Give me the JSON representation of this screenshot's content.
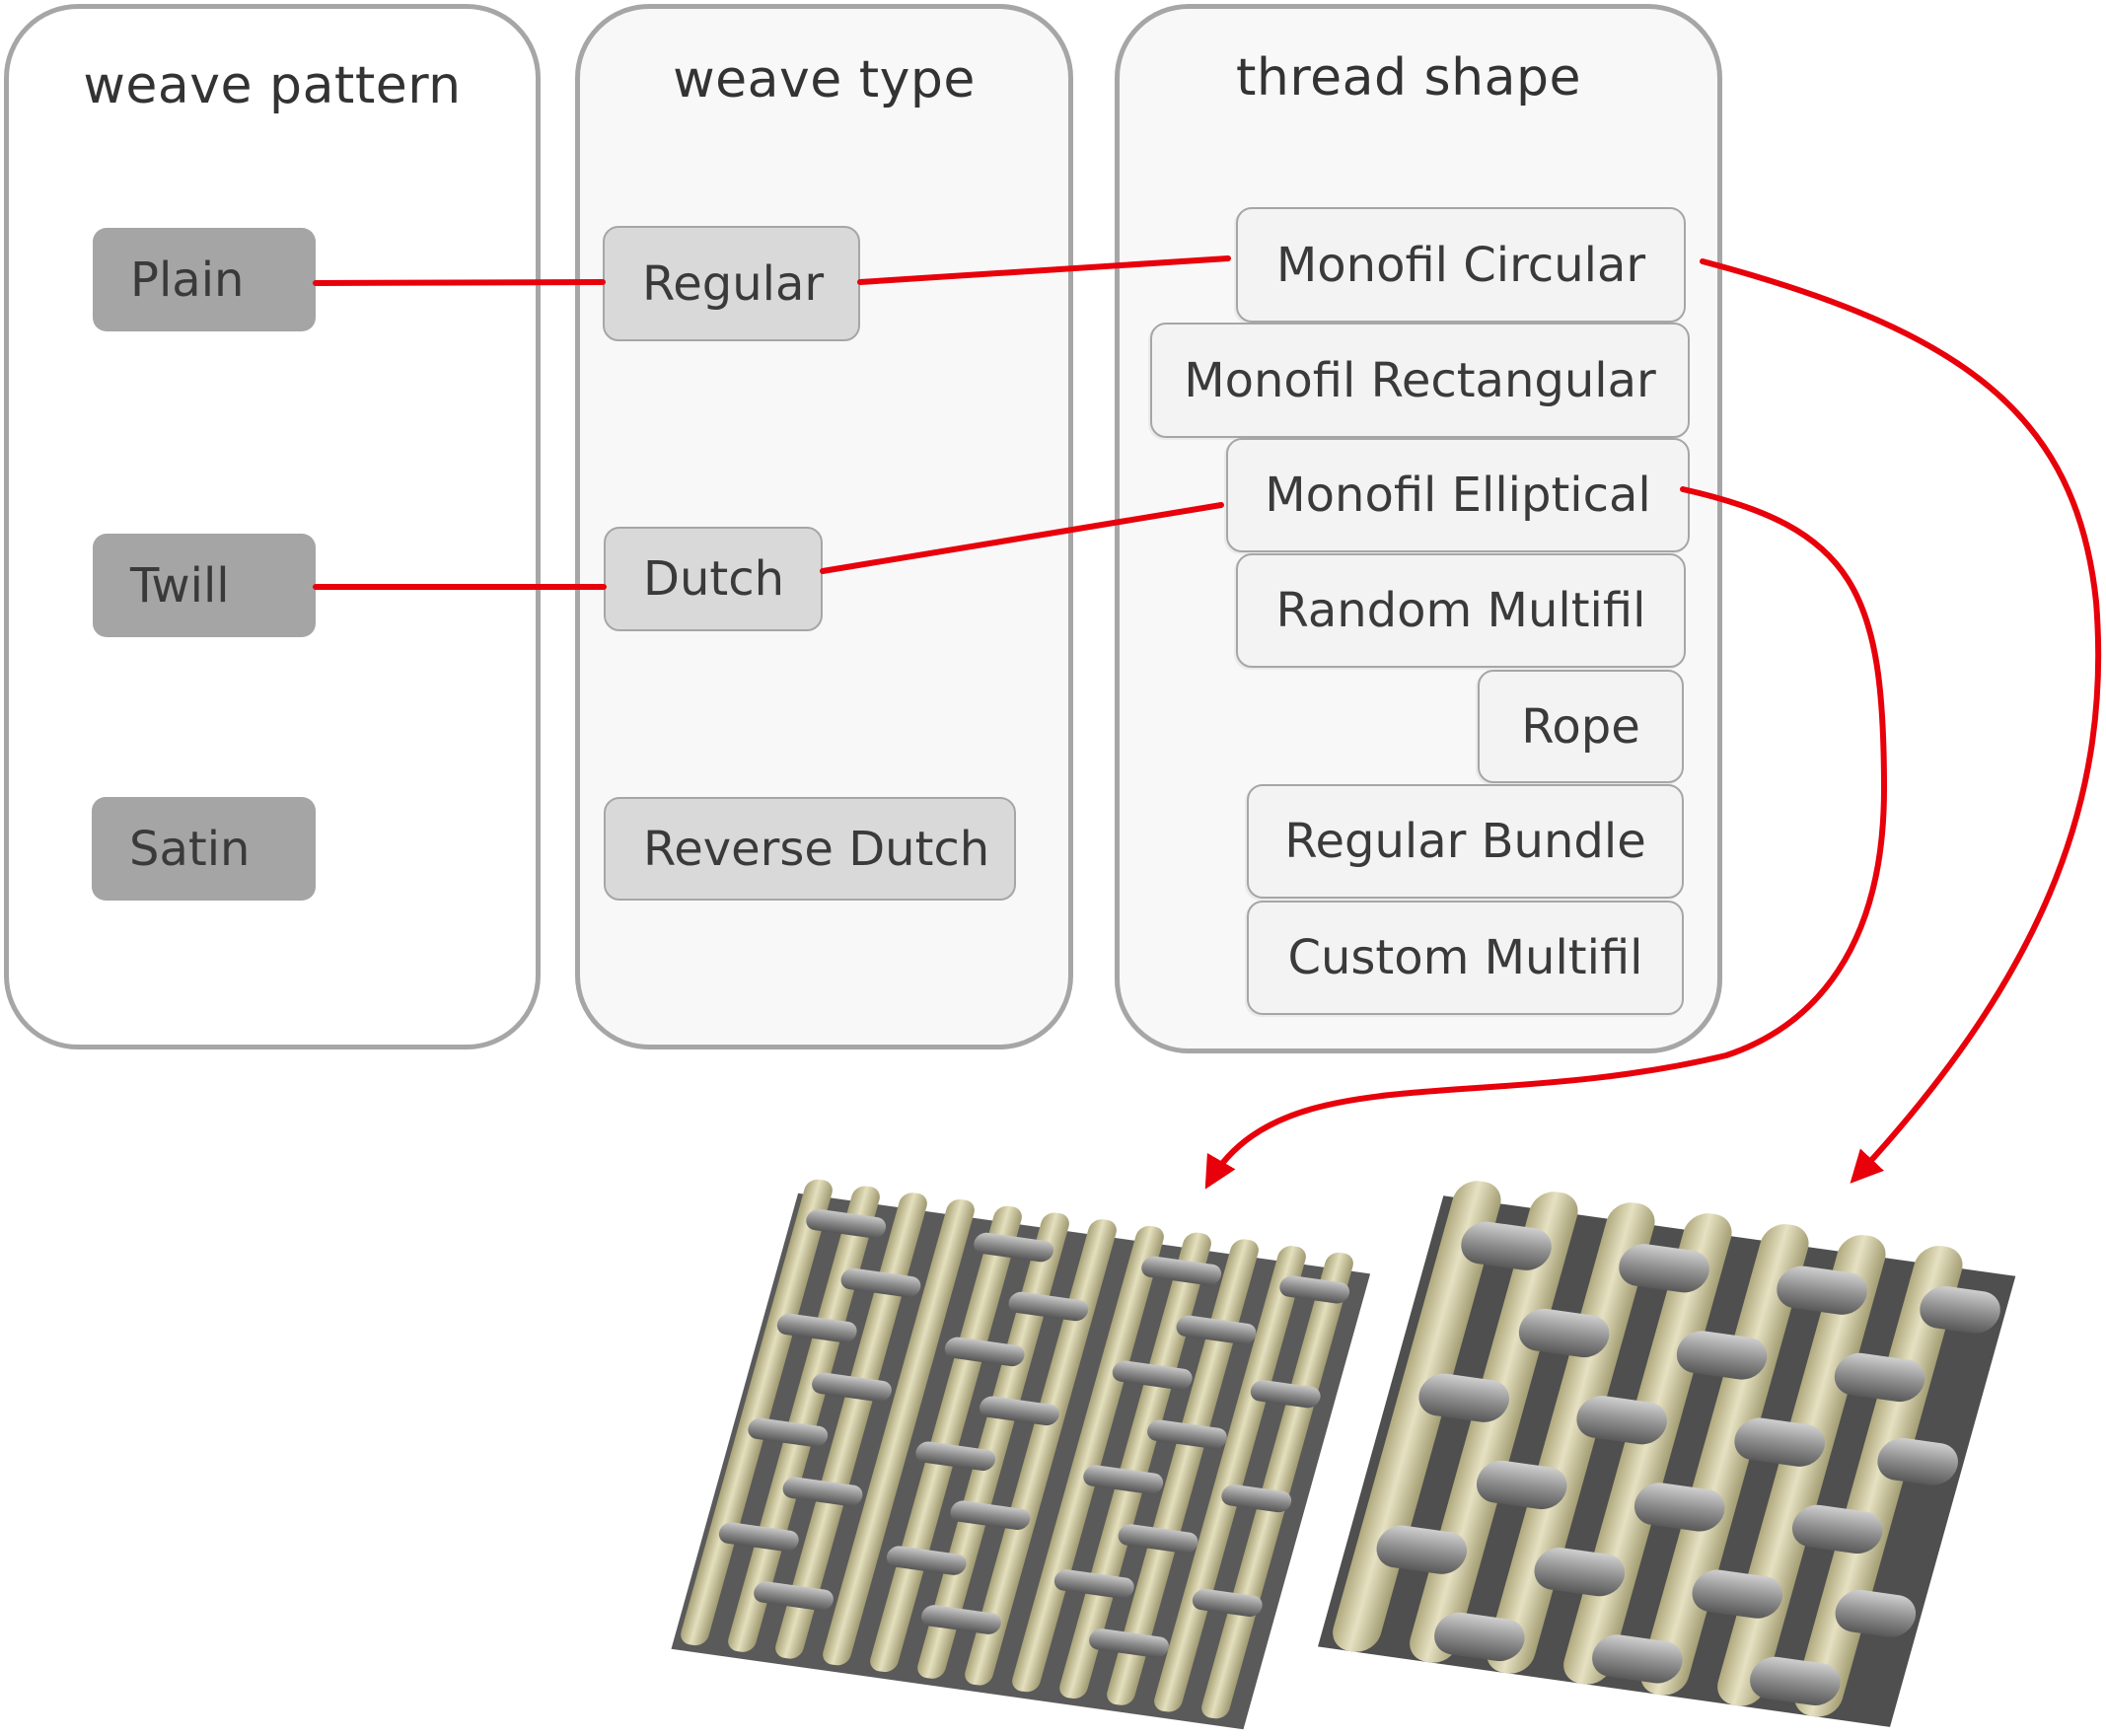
{
  "columns": {
    "weave_pattern": {
      "title": "weave pattern",
      "items": [
        "Plain",
        "Twill",
        "Satin"
      ]
    },
    "weave_type": {
      "title": "weave type",
      "items": [
        "Regular",
        "Dutch",
        "Reverse Dutch"
      ]
    },
    "thread_shape": {
      "title": "thread shape",
      "items": [
        "Monofil Circular",
        "Monofil Rectangular",
        "Monofil Elliptical",
        "Random Multifil",
        "Rope",
        "Regular Bundle",
        "Custom Multifil"
      ]
    }
  },
  "colors": {
    "connector": "#e8000b",
    "warp_thread": "#d6cfa2",
    "weft_thread": "#8e8e8e"
  },
  "renders": [
    "twill-dutch-elliptical-mesh-render",
    "plain-regular-circular-mesh-render"
  ]
}
